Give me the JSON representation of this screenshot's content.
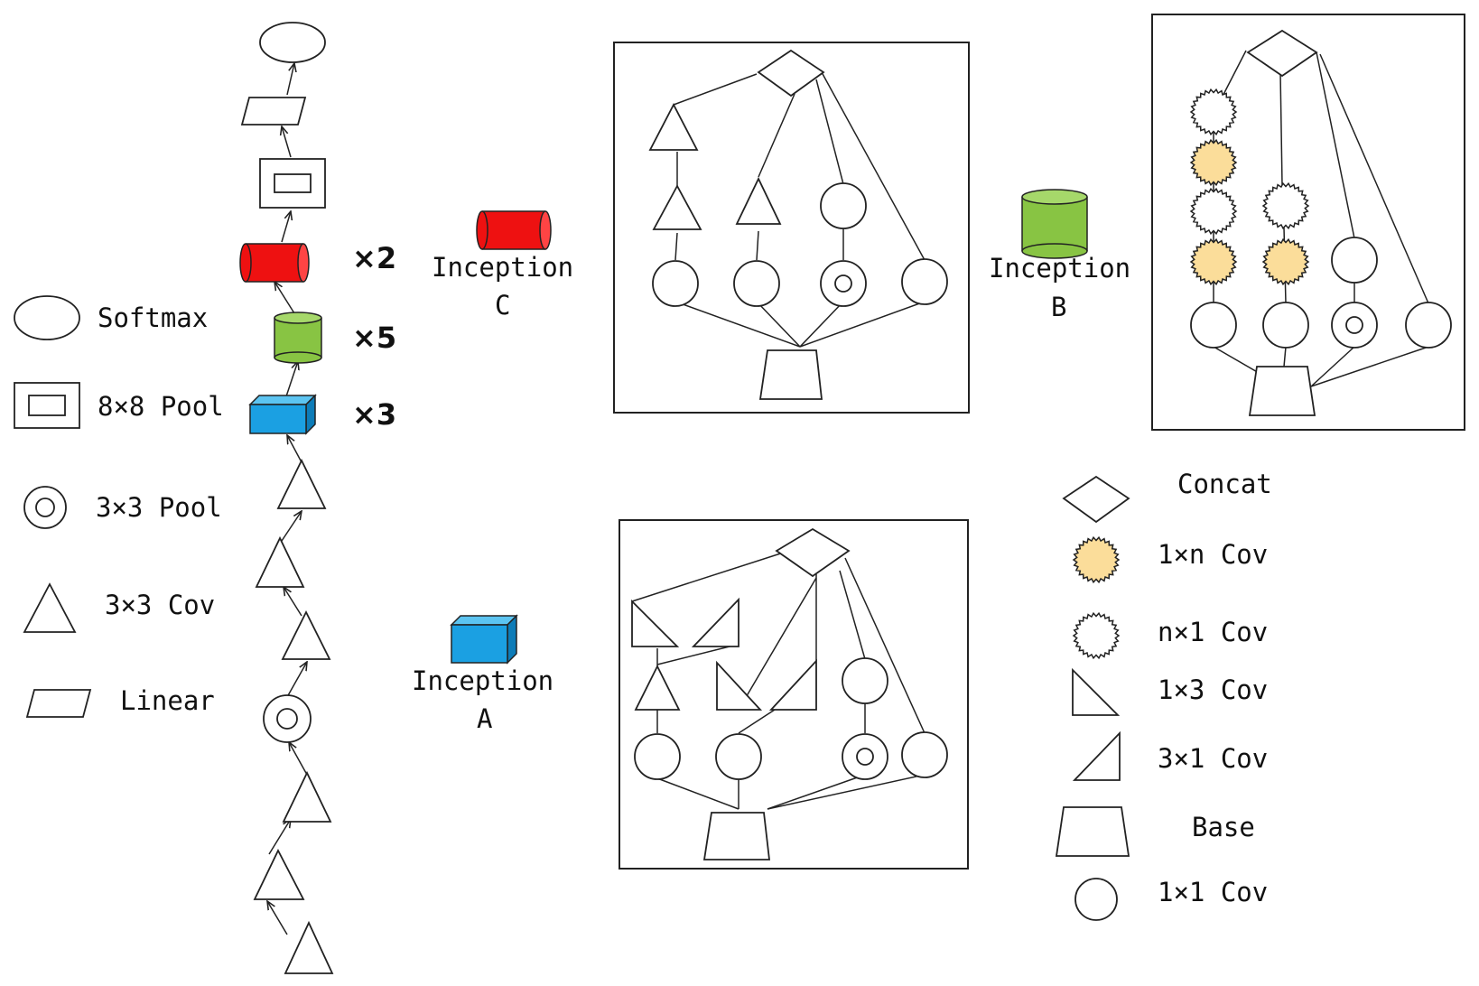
{
  "legend_left": {
    "softmax": "Softmax",
    "pool8": "8×8 Pool",
    "pool3": "3×3 Pool",
    "cov3": "3×3 Cov",
    "linear": "Linear"
  },
  "multipliers": {
    "c": "×2",
    "b": "×5",
    "a": "×3"
  },
  "modules": {
    "c": {
      "line1": "Inception",
      "line2": "C",
      "color": "#ee1111"
    },
    "b": {
      "line1": "Inception",
      "line2": "B",
      "color": "#88c443"
    },
    "a": {
      "line1": "Inception",
      "line2": "A",
      "color": "#1ba0e2"
    }
  },
  "legend_right": {
    "concat": "Concat",
    "cov1n": "1×n Cov",
    "covn1": "n×1 Cov",
    "cov13": "1×3 Cov",
    "cov31": "3×1 Cov",
    "base": "Base",
    "cov11": "1×1 Cov"
  },
  "colors": {
    "conv_fill": "#fbdd9a"
  }
}
